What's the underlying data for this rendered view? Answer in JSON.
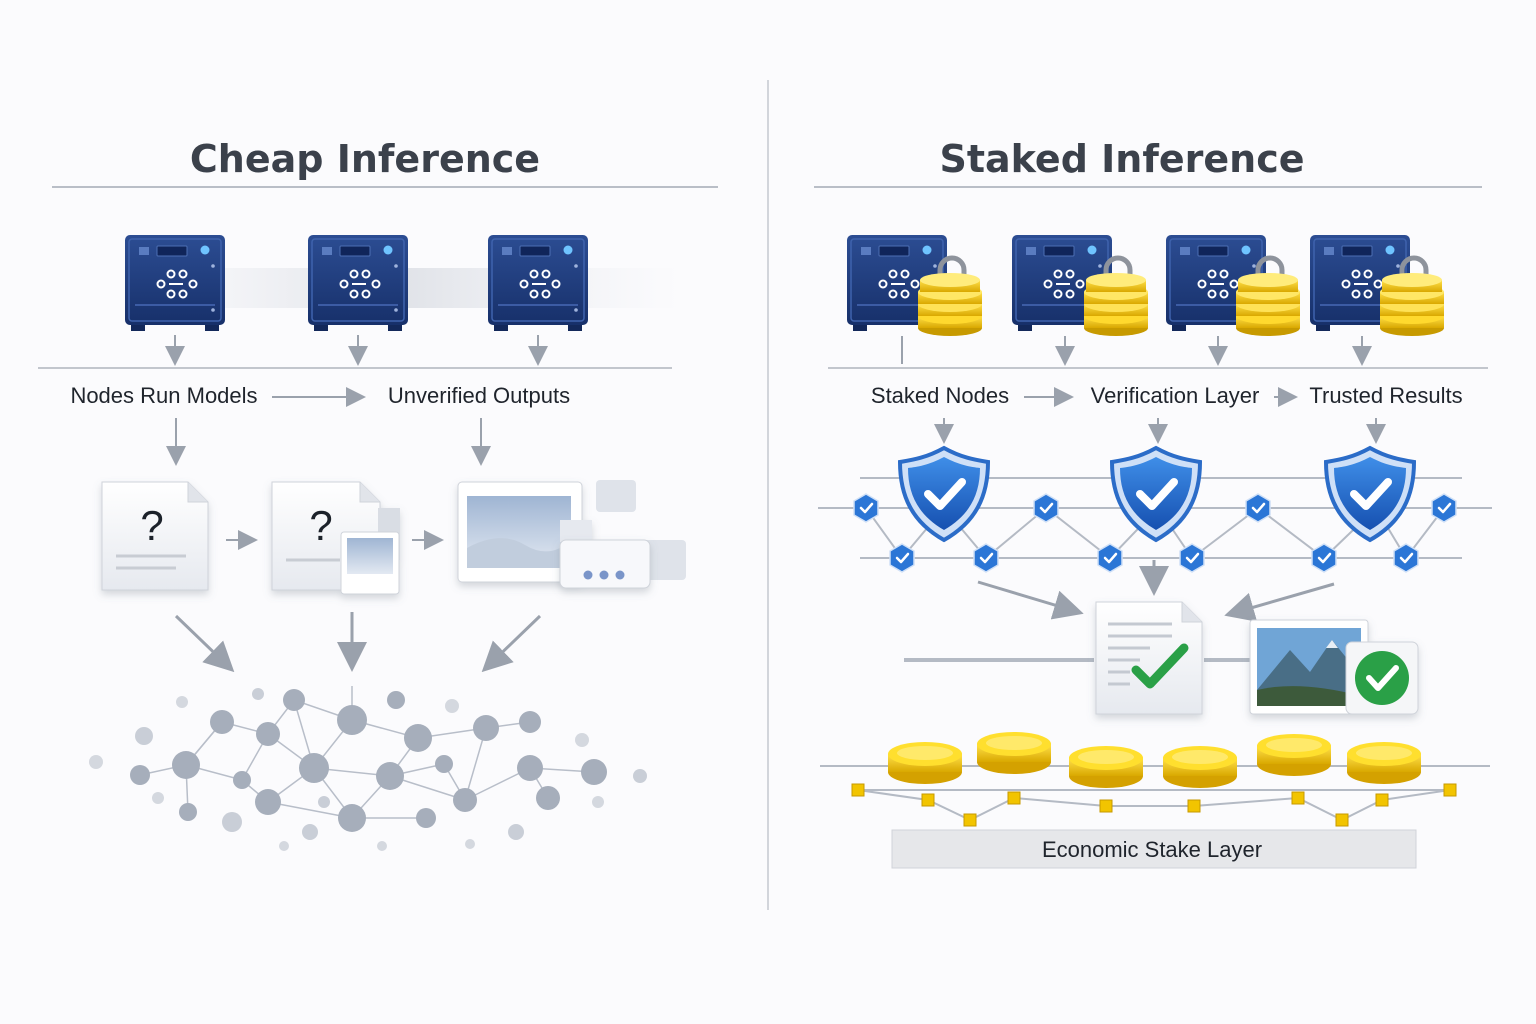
{
  "left_panel": {
    "title": "Cheap Inference",
    "flow_labels": [
      "Nodes Run Models",
      "Unverified Outputs"
    ],
    "unknown_mark": "?"
  },
  "right_panel": {
    "title": "Staked Inference",
    "flow_labels": [
      "Staked Nodes",
      "Verification Layer",
      "Trusted Results"
    ],
    "stake_layer_label": "Economic Stake Layer"
  },
  "colors": {
    "server_navy": "#1f3a78",
    "shield_blue": "#1f66c9",
    "check_green": "#2aa046",
    "coin_gold": "#f2c400",
    "graph_gray": "#a6aebb",
    "divider": "#c8ccd3"
  },
  "icons": [
    "server-icon",
    "padlock-icon",
    "coin-stack-icon",
    "shield-check-icon",
    "document-icon",
    "image-icon",
    "chat-bubble-icon",
    "network-graph-icon"
  ]
}
